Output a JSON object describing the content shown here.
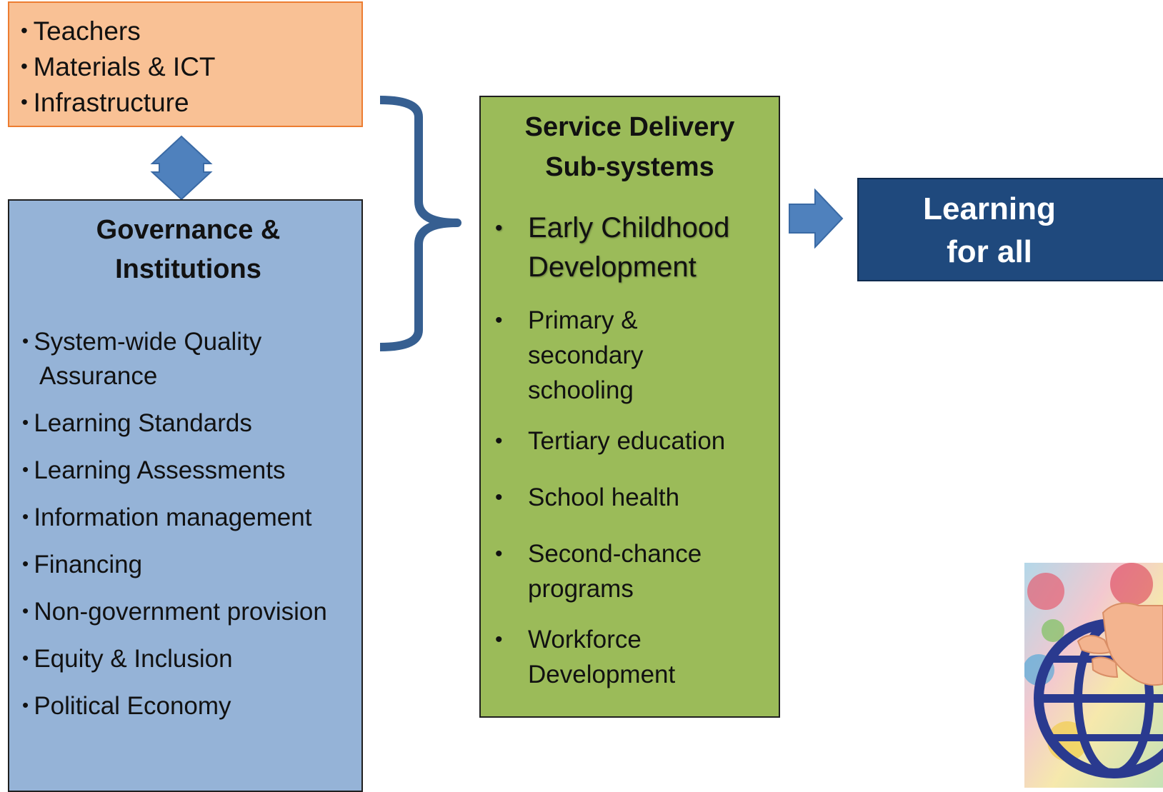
{
  "inputs": {
    "items": [
      "Teachers",
      "Materials & ICT",
      "Infrastructure"
    ]
  },
  "governance": {
    "title_line1": "Governance &",
    "title_line2": "Institutions",
    "items": [
      "System-wide Quality Assurance",
      "Learning Standards",
      "Learning Assessments",
      "Information management",
      "Financing",
      "Non-government provision",
      "Equity & Inclusion",
      "Political Economy"
    ]
  },
  "service_delivery": {
    "title_line1": "Service Delivery",
    "title_line2": "Sub-systems",
    "items": [
      "Early Childhood Development",
      "Primary & secondary schooling",
      "Tertiary education",
      "School health",
      "Second-chance programs",
      "Workforce Development"
    ]
  },
  "outcome": {
    "line1": "Learning",
    "line2": "for all"
  },
  "colors": {
    "inputs_fill": "#f9c195",
    "governance_fill": "#95b3d7",
    "service_fill": "#9bbb59",
    "outcome_fill": "#1f497d",
    "arrow_fill": "#4f81bd",
    "brace_stroke": "#365f91"
  }
}
